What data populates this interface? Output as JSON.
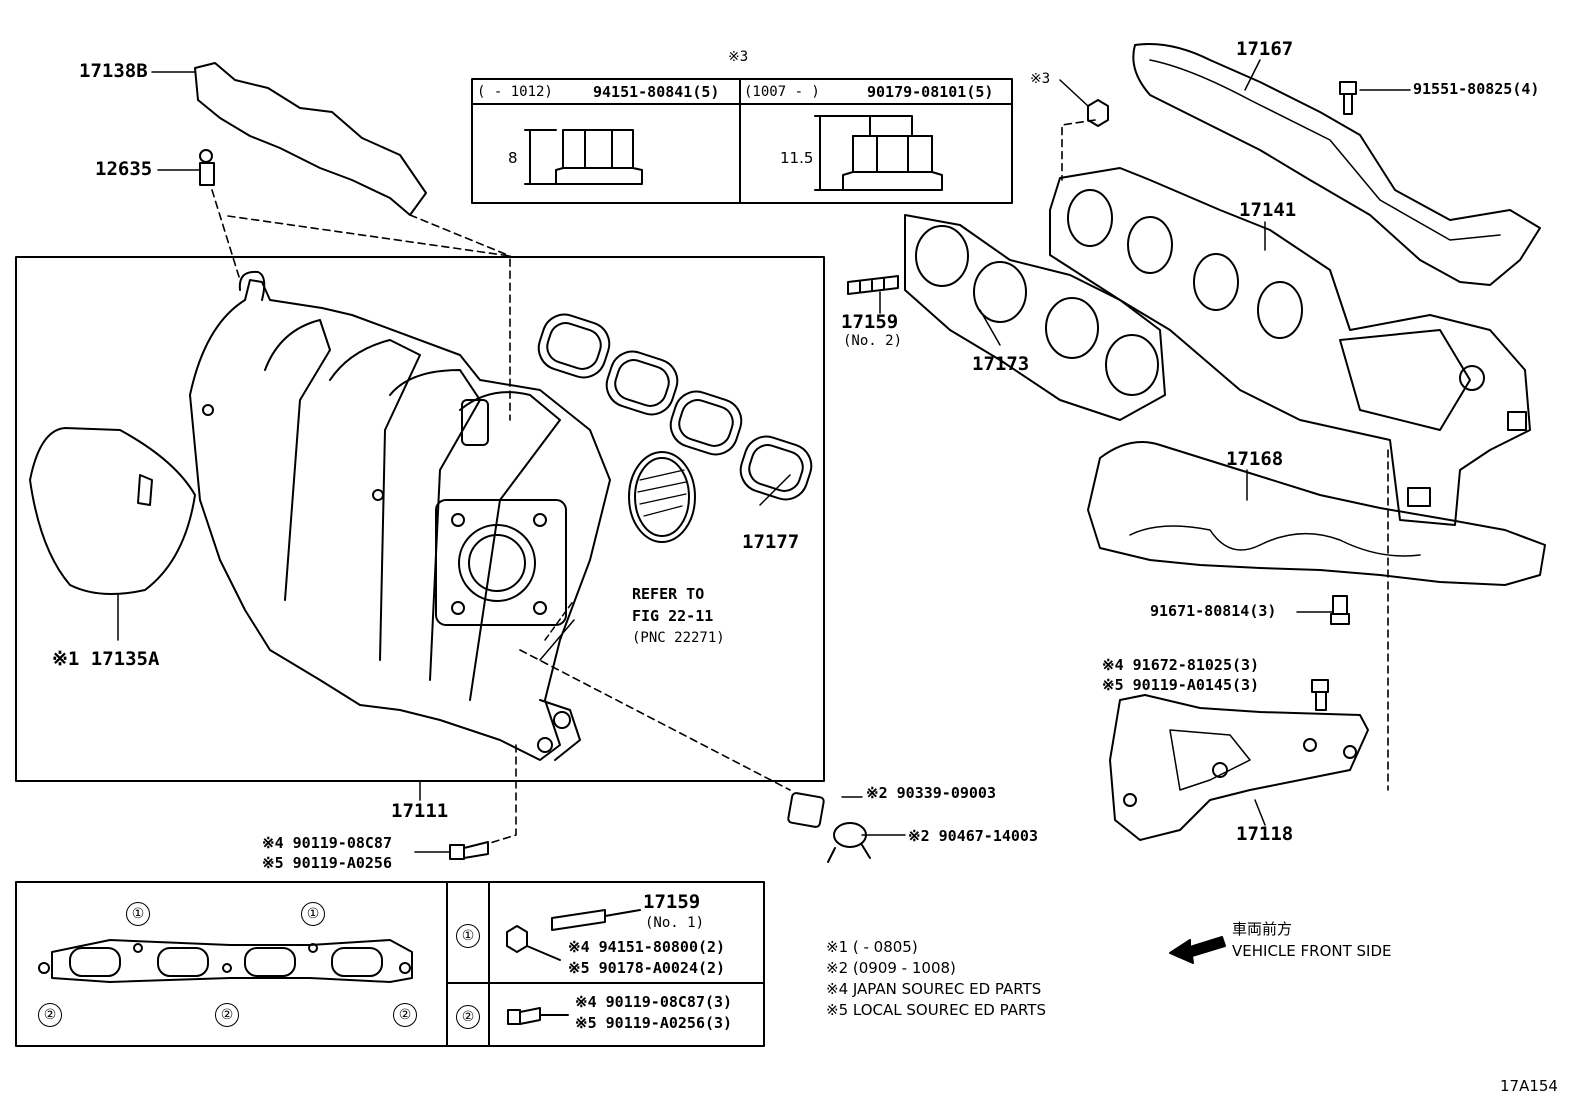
{
  "diagram_id": "17A154",
  "vehicle_front": {
    "jp": "車両前方",
    "en": "VEHICLE FRONT SIDE"
  },
  "nut_table": {
    "header_mark": "※3",
    "left": {
      "range": "(      - 1012)",
      "part": "94151-80841(5)",
      "dim": "8"
    },
    "right": {
      "range": "(1007 -      )",
      "part": "90179-08101(5)",
      "dim": "11.5"
    }
  },
  "labels": {
    "p17138B": "17138B",
    "p12635": "12635",
    "p17135A": "※1 17135A",
    "p17111": "17111",
    "p17177": "17177",
    "refer1": "REFER TO",
    "refer2": "FIG 22-11",
    "refer3": "(PNC 22271)",
    "p17159a": "17159",
    "p17159a_sub": "(No. 2)",
    "p17173": "17173",
    "p17141": "17141",
    "p17167": "17167",
    "mark3b": "※3",
    "p91551": "91551-80825(4)",
    "p17168": "17168",
    "p91671": "91671-80814(3)",
    "p91672": "※4 91672-81025(3)",
    "p90119a": "※5 90119-A0145(3)",
    "p17118": "17118",
    "p90339": "※2  90339-09003",
    "p90467": "※2  90467-14003",
    "p90119b": "※4  90119-08C87",
    "p90119c": "※5  90119-A0256"
  },
  "legend": {
    "c1": "①",
    "c2": "②",
    "r1_part": "17159",
    "r1_sub": "(No. 1)",
    "r1_a": "※4 94151-80800(2)",
    "r1_b": "※5 90178-A0024(2)",
    "r2_a": "※4  90119-08C87(3)",
    "r2_b": "※5  90119-A0256(3)"
  },
  "notes": [
    "※1 (       - 0805)",
    "※2 (0909 - 1008)",
    "※4 JAPAN SOUREC ED PARTS",
    "※5 LOCAL SOUREC ED PARTS"
  ]
}
